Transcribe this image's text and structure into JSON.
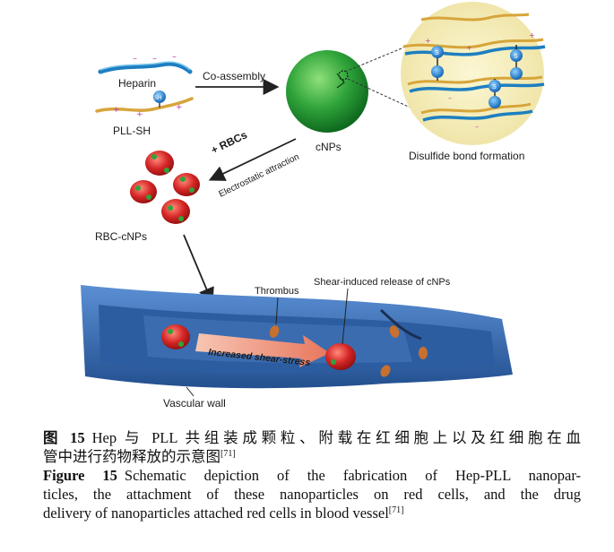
{
  "figure": {
    "labels": {
      "heparin": "Heparin",
      "pll_sh": "PLL-SH",
      "sh": "SH",
      "co_assembly": "Co-assembly",
      "cnps": "cNPs",
      "plus_rbcs": "+ RBCs",
      "electrostatic": "Electrostatic attraction",
      "disulfide": "Disulfide bond formation",
      "s": "S",
      "rbc_cnps": "RBC-cNPs",
      "thrombus": "Thrombus",
      "shear_release": "Shear-induced release of cNPs",
      "increased_shear": "Increased shear-stress",
      "vascular_wall": "Vascular wall"
    },
    "colors": {
      "heparin": "#3aa0d8",
      "pll": "#e2b54a",
      "cnp_green": "#2fa43a",
      "rbc": "#d42525",
      "vessel": "#3b6fb6",
      "thrombus": "#c8702d",
      "arrow": "#f2a58e",
      "inset_bg": "#f6f0bf"
    }
  },
  "caption": {
    "cn_label": "图 15",
    "cn_text": "Hep 与 PLL 共组装成颗粒、附载在红细胞上以及红细胞在血",
    "cn_text2": "管中进行药物释放的示意图",
    "ref": "[71]",
    "en_label": "Figure 15",
    "en_line1": "Schematic depiction of the fabrication of Hep-PLL nanopar-",
    "en_line2": "ticles, the attachment of these nanoparticles on red cells, and the drug",
    "en_line3": "delivery of nanoparticles attached red cells in blood vessel",
    "en_ref": "[71]"
  }
}
